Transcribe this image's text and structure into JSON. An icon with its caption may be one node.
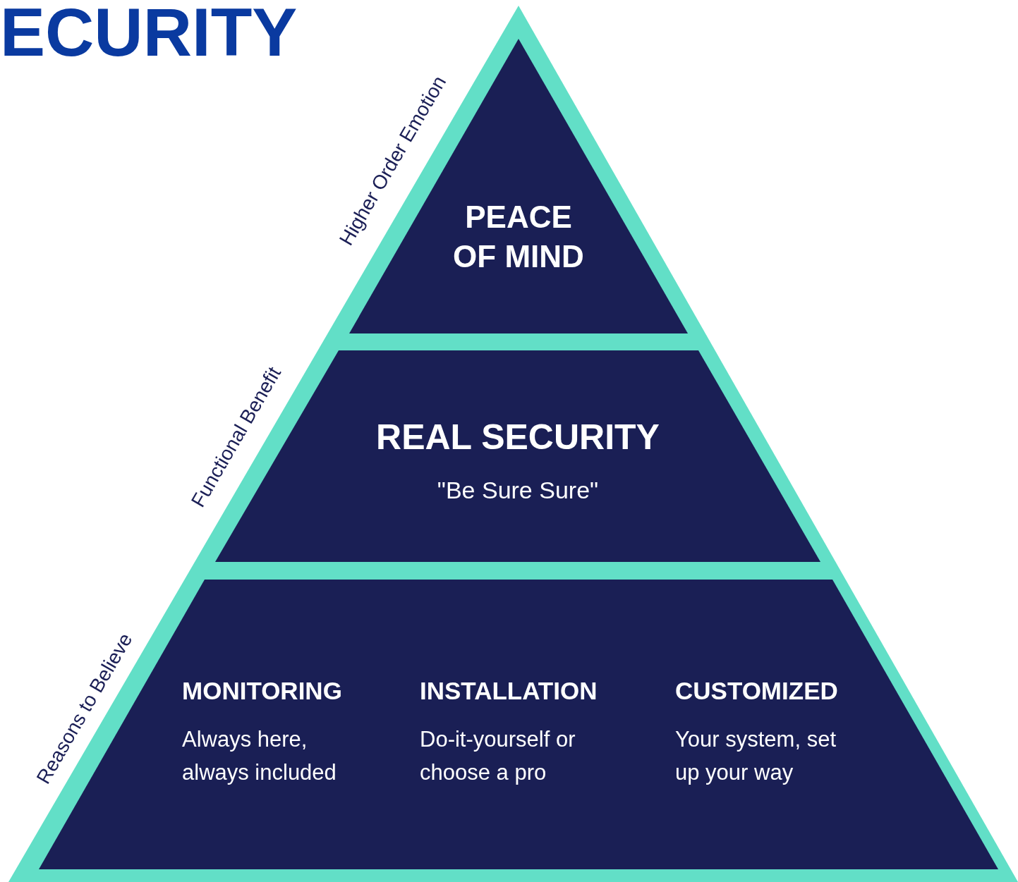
{
  "diagram": {
    "title": "ECURITY",
    "nodes": [
      {
        "text": [
          "PEACE OF MIND"
        ],
        "beside": [
          "Higher Order Emotion"
        ]
      },
      {
        "text": [
          "REAL SECURITY",
          "\"Be Sure Sure\""
        ],
        "beside": [
          "Functional Benefit"
        ]
      },
      {
        "text": [
          "MONITORING",
          "Always here, always included",
          "INSTALLATION",
          "Do-it-yourself or choose a pro",
          "CUSTOMIZED",
          "Your system, set up your way"
        ],
        "beside": [
          "Reasons to Believe"
        ]
      }
    ]
  }
}
